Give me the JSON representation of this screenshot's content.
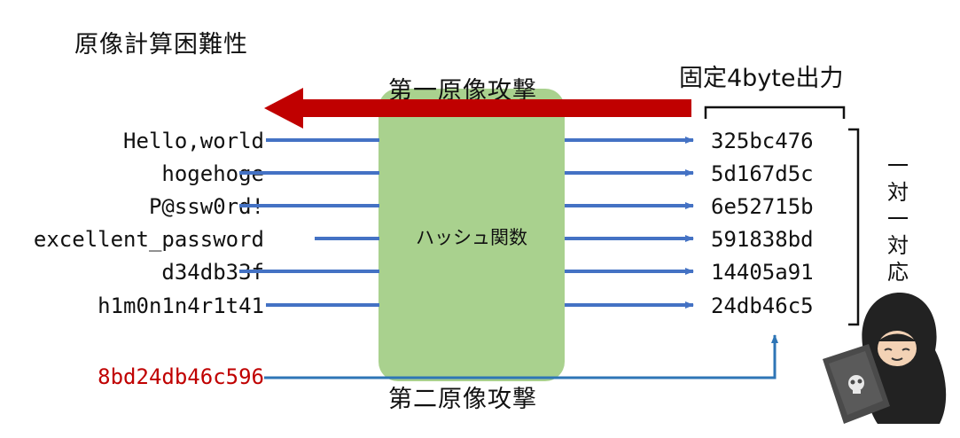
{
  "title": "原像計算困難性",
  "first_preimage_label": "第一原像攻撃",
  "second_preimage_label": "第二原像攻撃",
  "fixed_output_label": "固定4byte出力",
  "hash_function_label": "ハッシュ関数",
  "one_to_one_label": [
    "一",
    "対",
    "一",
    "対",
    "応"
  ],
  "inputs": [
    "Hello,world",
    "hogehoge",
    "P@ssw0rd!",
    "excellent_password",
    "d34db33f",
    "h1m0n1n4r1t41"
  ],
  "outputs": [
    "325bc476",
    "5d167d5c",
    "6e52715b",
    "591838bd",
    "14405a91",
    "24db46c5"
  ],
  "attack_input": "8bd24db46c596",
  "colors": {
    "red_arrow": "#c00000",
    "blue_arrow": "#4472c4",
    "attack_line": "#2e75b6",
    "attack_text": "#c00000",
    "hash_box": "#a9d18e"
  },
  "icons": [
    "hooded-hacker-icon",
    "skull-laptop-icon"
  ]
}
